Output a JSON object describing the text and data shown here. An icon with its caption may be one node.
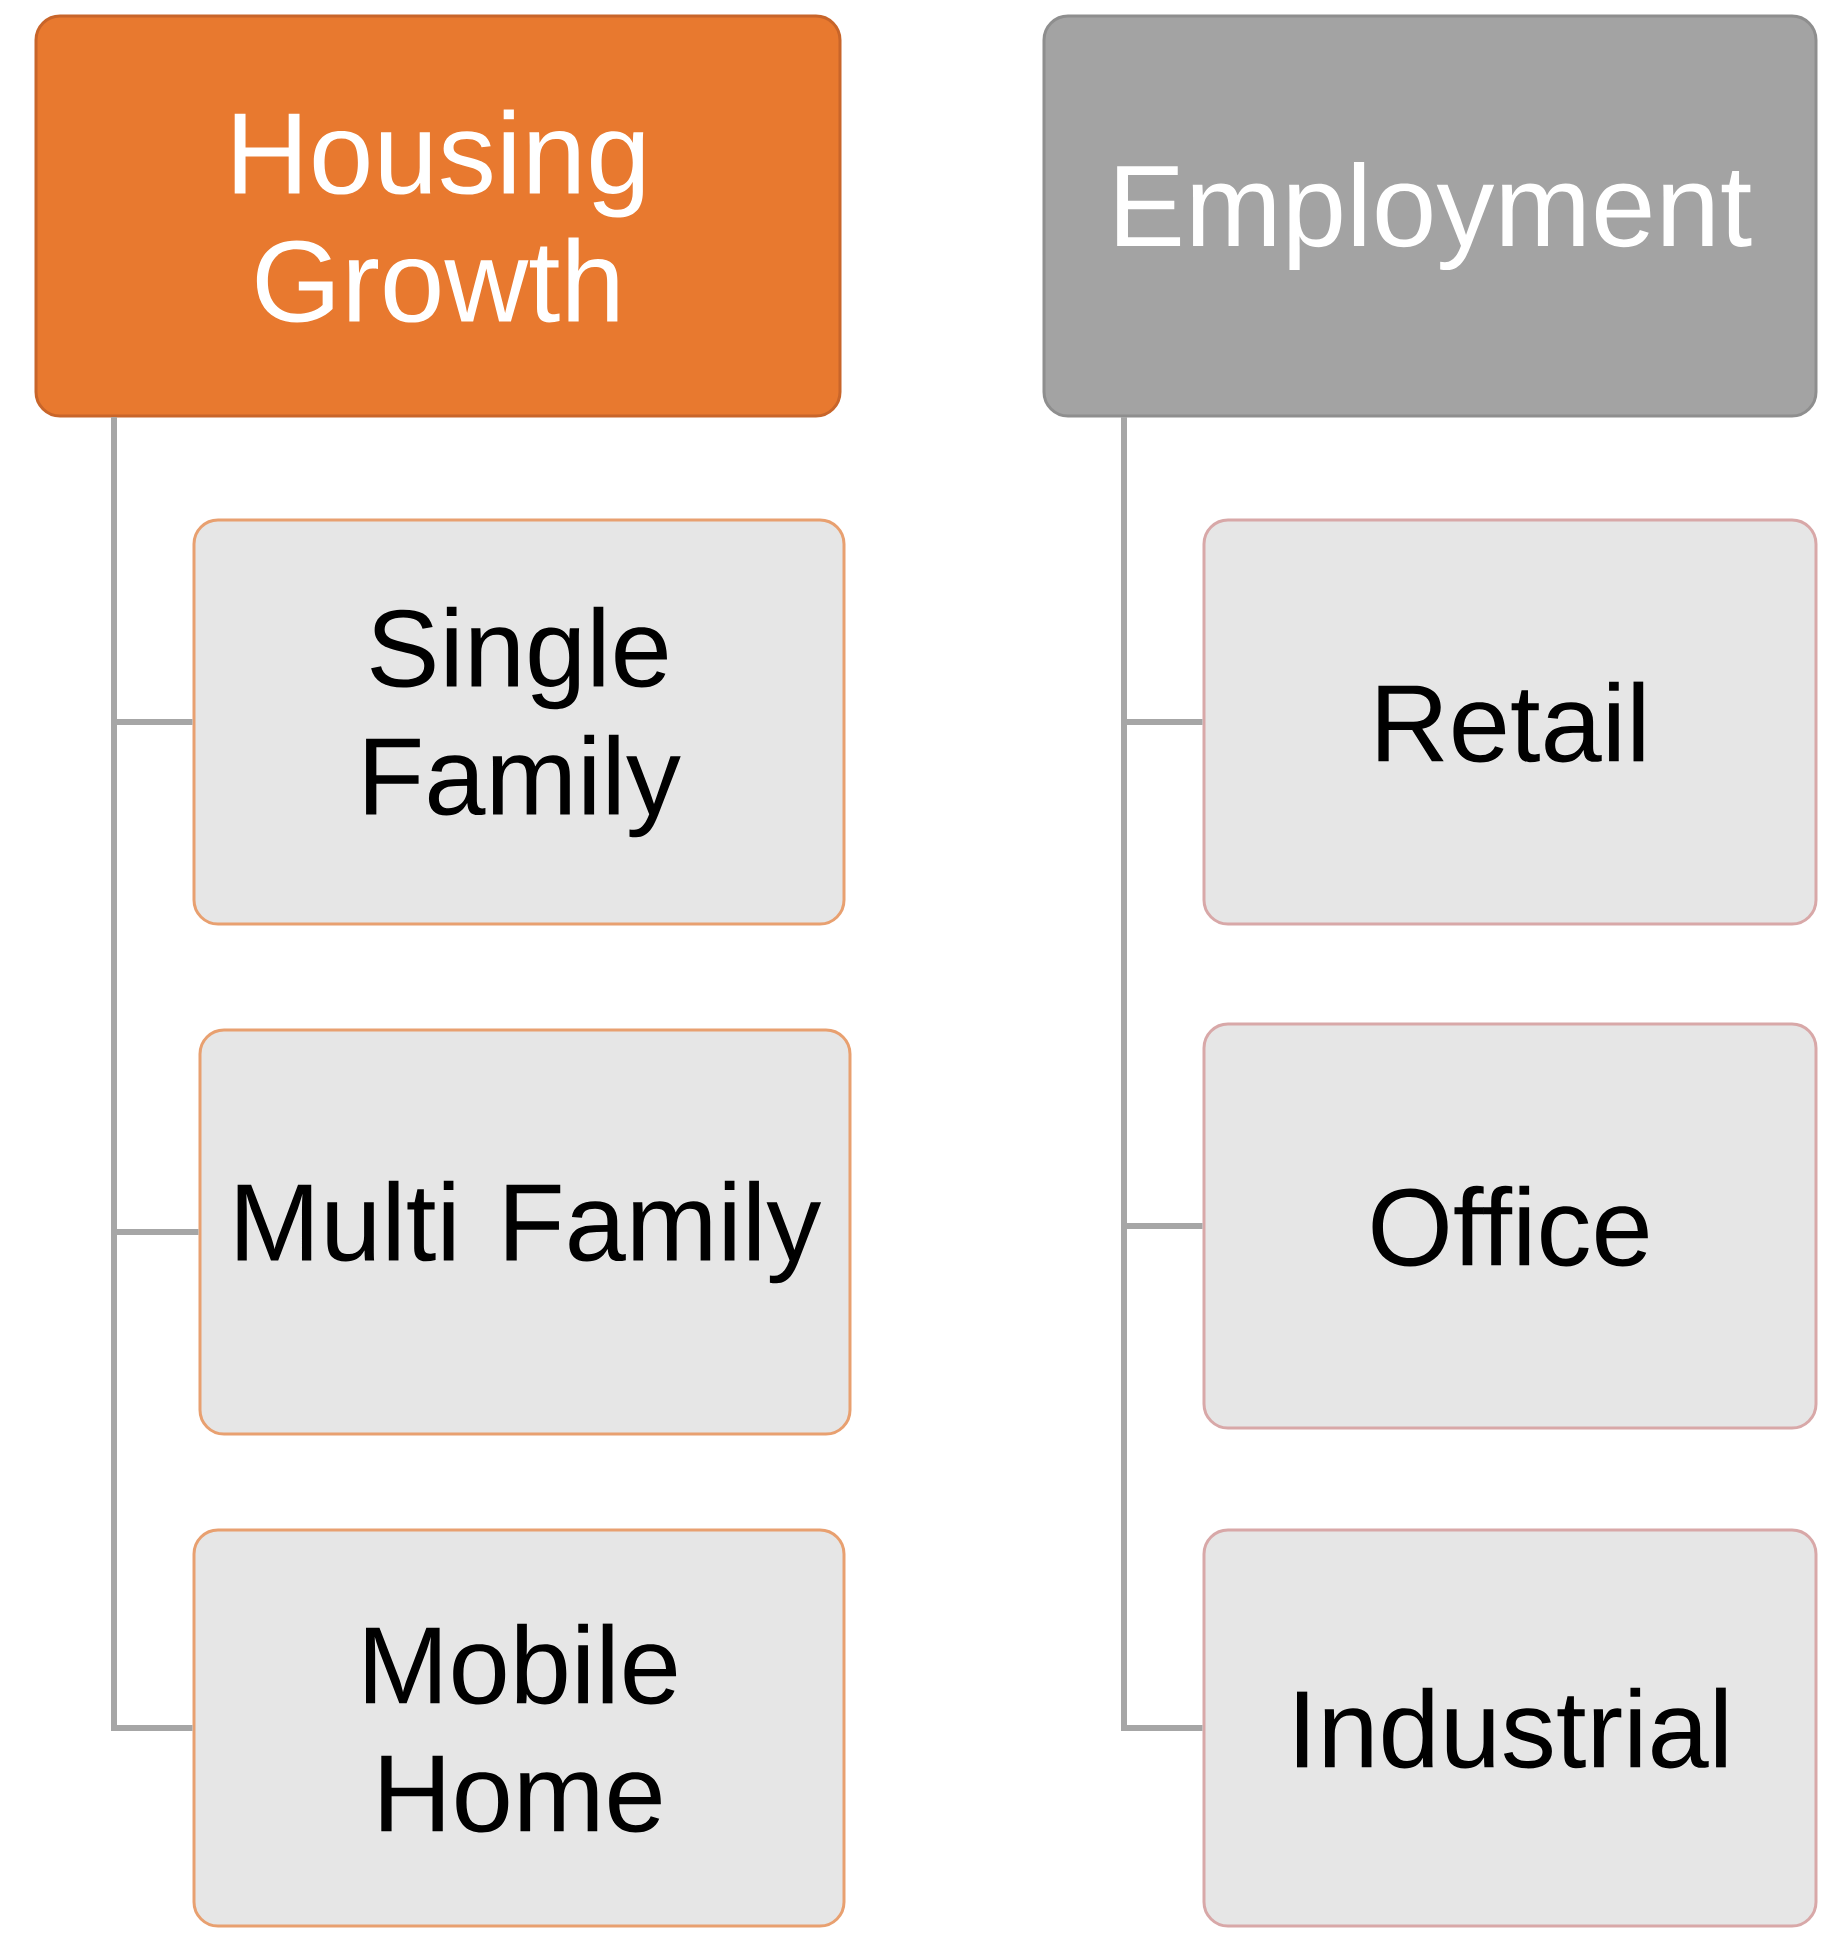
{
  "diagram": {
    "nodes": [
      {
        "text": [
          "Housing Growth"
        ]
      },
      {
        "text": [
          "Single Family"
        ]
      },
      {
        "text": [
          "Multi Family"
        ]
      },
      {
        "text": [
          "Mobile Home"
        ]
      },
      {
        "text": [
          "Employment"
        ]
      },
      {
        "text": [
          "Retail"
        ]
      },
      {
        "text": [
          "Office"
        ]
      },
      {
        "text": [
          "Industrial"
        ]
      }
    ],
    "edges": [
      {
        "from": 0,
        "to": 1,
        "arrow": "none"
      },
      {
        "from": 0,
        "to": 2,
        "arrow": "none"
      },
      {
        "from": 0,
        "to": 3,
        "arrow": "none"
      },
      {
        "from": 4,
        "to": 5,
        "arrow": "none"
      },
      {
        "from": 4,
        "to": 6,
        "arrow": "none"
      },
      {
        "from": 4,
        "to": 7,
        "arrow": "none"
      }
    ]
  }
}
